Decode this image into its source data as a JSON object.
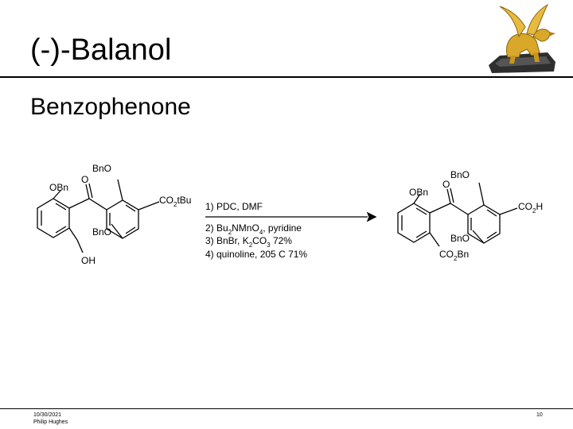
{
  "slide": {
    "title": "(-)-Balanol",
    "subtitle": "Benzophenone"
  },
  "scheme": {
    "reactant": {
      "OBn": "OBn",
      "BnO_top": "BnO",
      "BnO_bottom": "BnO",
      "O": "O",
      "ester_main": "CO",
      "ester_sub": "2",
      "ester_tail": "tBu",
      "OH": "OH"
    },
    "conditions": {
      "step1": "1) PDC, DMF",
      "step2_a": "2) Bu",
      "step2_sub1": "2",
      "step2_b": "NMnO",
      "step2_sub2": "4",
      "step2_c": ", pyridine",
      "step3_a": "3) BnBr, K",
      "step3_sub1": "2",
      "step3_b": "CO",
      "step3_sub2": "3",
      "step3_c": " 72%",
      "step4": "4) quinoline, 205 C 71%"
    },
    "product": {
      "OBn": "OBn",
      "BnO_top": "BnO",
      "BnO_bottom": "BnO",
      "O": "O",
      "acid_main": "CO",
      "acid_sub": "2",
      "acid_tail": "H",
      "ester_main": "CO",
      "ester_sub": "2",
      "ester_tail": "Bn"
    }
  },
  "footer": {
    "date": "10/30/2021",
    "author": "Philip Hughes",
    "page": "10"
  },
  "logo": {
    "icon": "griffin-statue-icon",
    "gold": "#d9a82a",
    "base": "#333333"
  }
}
